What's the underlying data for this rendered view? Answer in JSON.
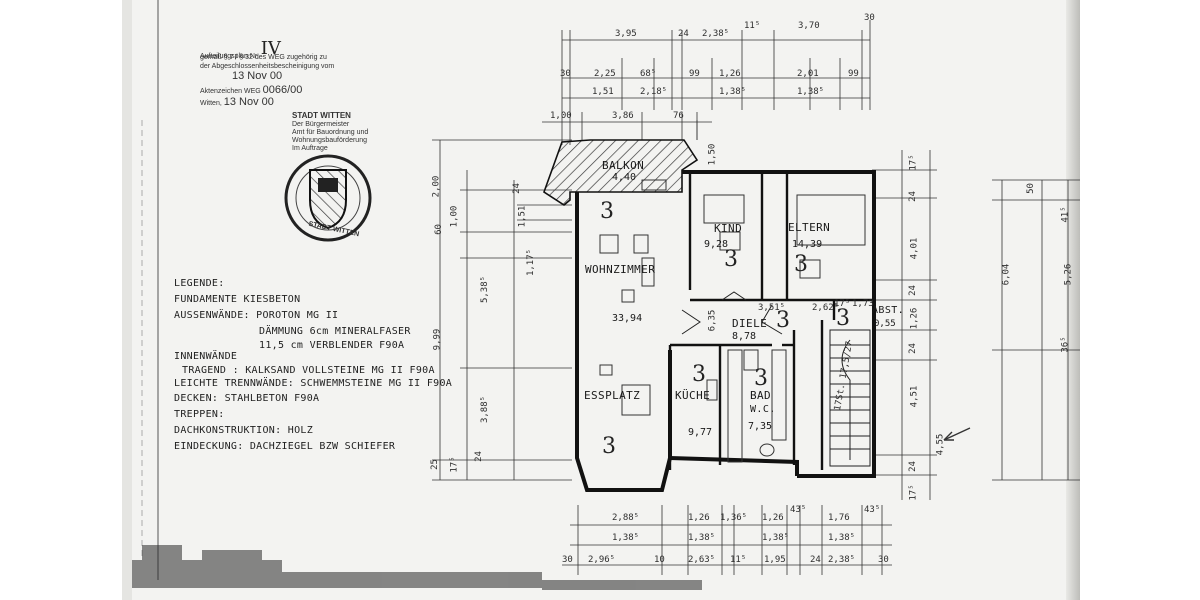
{
  "stamp": {
    "line1_label": "Aufteilungsplan Nr.",
    "line1_value": "IV",
    "line2": "gemäß § 7 / § 32 des WEG zugehörig zu",
    "line3": "der Abgeschlossenheitsbescheinigung vom",
    "date1": "13 Nov 00",
    "aktenzeichen_label": "Aktenzeichen WEG",
    "aktenzeichen_value": "0066/00",
    "witten_label": "Witten,",
    "date2": "13 Nov 00",
    "office_title": "STADT WITTEN",
    "office_line1": "Der Bürgermeister",
    "office_line2": "Amt für Bauordnung und",
    "office_line3": "Wohnungsbauförderung",
    "office_line4": "Im Auftrage",
    "seal_text": "STADT WITTEN"
  },
  "legend": {
    "title": "LEGENDE:",
    "rows": [
      "FUNDAMENTE  KIESBETON",
      "AUSSENWÄNDE: POROTON MG II",
      "DÄMMUNG 6cm MINERALFASER",
      "11,5 cm VERBLENDER F90A",
      "INNENWÄNDE",
      "TRAGEND   : KALKSAND VOLLSTEINE MG II F90A",
      "LEICHTE TRENNWÄNDE: SCHWEMMSTEINE MG II F90A",
      "DECKEN: STAHLBETON F90A",
      "TREPPEN:",
      "DACHKONSTRUKTION: HOLZ",
      "EINDECKUNG: DACHZIEGEL BZW SCHIEFER"
    ]
  },
  "rooms": {
    "balkon": {
      "name": "BALKON",
      "area": "4,40"
    },
    "kind": {
      "name": "KIND",
      "area": "9,28"
    },
    "eltern": {
      "name": "ELTERN",
      "area": "14,39"
    },
    "wohnzimmer": {
      "name": "WOHNZIMMER",
      "area": "33,94"
    },
    "diele": {
      "name": "DIELE",
      "area": "8,78"
    },
    "abst": {
      "name": "ABST.",
      "area": "0,55"
    },
    "essplatz": {
      "name": "ESSPLATZ"
    },
    "kueche": {
      "name": "KÜCHE",
      "area": "9,77"
    },
    "bad": {
      "name": "BAD",
      "area": "7,35"
    },
    "wc": {
      "name": "W.C."
    },
    "unit_marker": "3"
  },
  "dims": {
    "top_row1": [
      "3,95",
      "24",
      "2,38⁵",
      "11⁵",
      "3,70",
      "30"
    ],
    "top_row2": [
      "30",
      "2,25",
      "68⁵",
      "99",
      "1,26",
      "2,01",
      "99"
    ],
    "top_row3": [
      "1,51",
      "2,18⁵",
      "1,38⁵",
      "1,38⁵"
    ],
    "top_row4": [
      "1,00",
      "3,86",
      "76"
    ],
    "left_col": [
      "2,00",
      "1,00",
      "24",
      "1,51",
      "5,38⁵",
      "9,99",
      "3,88⁵",
      "1,17⁵",
      "25",
      "17⁵",
      "60",
      "24"
    ],
    "right_col": [
      "17⁵",
      "24",
      "4,01",
      "24",
      "1,26",
      "24",
      "4,51",
      "24",
      "17⁵",
      "6,04",
      "4,55",
      "50",
      "41⁵",
      "5,26",
      "36⁵"
    ],
    "bottom_row1": [
      "2,88⁵",
      "1,26",
      "1,36⁵",
      "1,26",
      "43⁵",
      "1,76",
      "43⁵"
    ],
    "bottom_row2": [
      "1,38⁵",
      "1,38⁵",
      "1,38⁵",
      "1,38⁵"
    ],
    "bottom_row3": [
      "30",
      "2,96⁵",
      "10",
      "2,63⁵",
      "11⁵",
      "1,95",
      "24",
      "2,38⁵",
      "30"
    ],
    "inner": [
      "1,50",
      "6,35",
      "3,51⁵",
      "2,62⁵",
      "1,73",
      "17⁵"
    ],
    "stair": "17St. 17,5/27"
  }
}
